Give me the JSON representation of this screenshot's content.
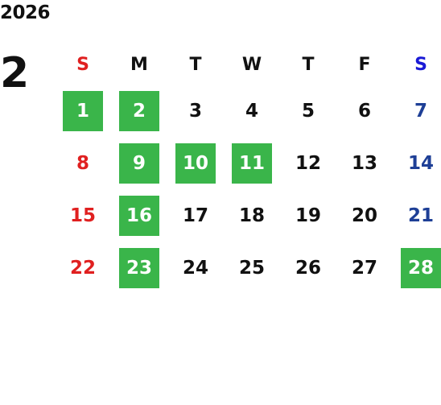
{
  "year": "2026",
  "month": "2",
  "colors": {
    "highlight": "#3ab54a",
    "sunday": "#e02020",
    "saturday": "#1e3f96",
    "saturday_header": "#1a1ad6"
  },
  "weekdays": [
    "S",
    "M",
    "T",
    "W",
    "T",
    "F",
    "S"
  ],
  "weeks": [
    [
      {
        "day": "1",
        "highlight": true
      },
      {
        "day": "2",
        "highlight": true
      },
      {
        "day": "3",
        "highlight": false
      },
      {
        "day": "4",
        "highlight": false
      },
      {
        "day": "5",
        "highlight": false
      },
      {
        "day": "6",
        "highlight": false
      },
      {
        "day": "7",
        "highlight": false
      }
    ],
    [
      {
        "day": "8",
        "highlight": false
      },
      {
        "day": "9",
        "highlight": true
      },
      {
        "day": "10",
        "highlight": true
      },
      {
        "day": "11",
        "highlight": true
      },
      {
        "day": "12",
        "highlight": false
      },
      {
        "day": "13",
        "highlight": false
      },
      {
        "day": "14",
        "highlight": false
      }
    ],
    [
      {
        "day": "15",
        "highlight": false
      },
      {
        "day": "16",
        "highlight": true
      },
      {
        "day": "17",
        "highlight": false
      },
      {
        "day": "18",
        "highlight": false
      },
      {
        "day": "19",
        "highlight": false
      },
      {
        "day": "20",
        "highlight": false
      },
      {
        "day": "21",
        "highlight": false
      }
    ],
    [
      {
        "day": "22",
        "highlight": false
      },
      {
        "day": "23",
        "highlight": true
      },
      {
        "day": "24",
        "highlight": false
      },
      {
        "day": "25",
        "highlight": false
      },
      {
        "day": "26",
        "highlight": false
      },
      {
        "day": "27",
        "highlight": false
      },
      {
        "day": "28",
        "highlight": true
      }
    ]
  ]
}
